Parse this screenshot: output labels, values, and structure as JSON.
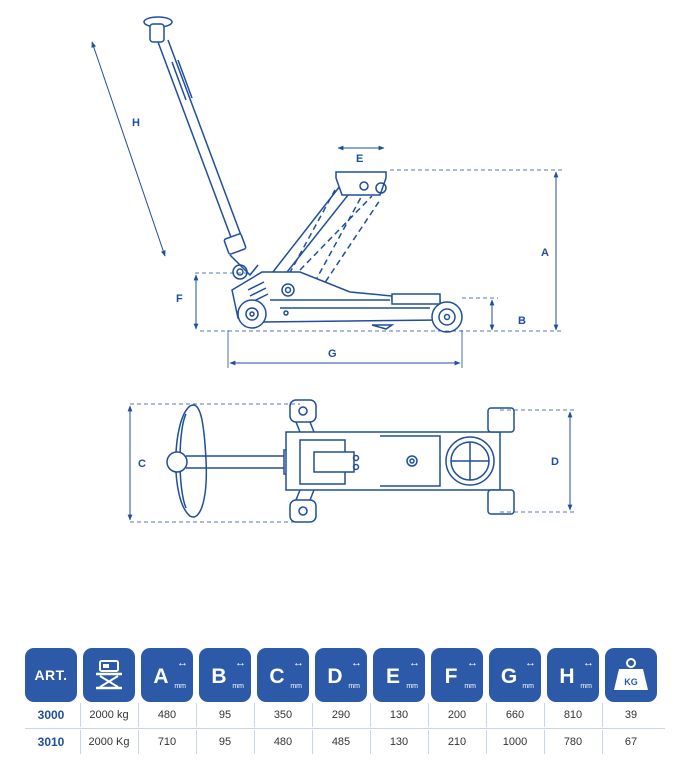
{
  "dimension_labels": {
    "A": "A",
    "B": "B",
    "C": "C",
    "D": "D",
    "E": "E",
    "F": "F",
    "G": "G",
    "H": "H"
  },
  "table": {
    "art_header": "ART.",
    "capacity_icon": "jack-capacity-icon",
    "columns": [
      {
        "letter": "A",
        "unit": "mm"
      },
      {
        "letter": "B",
        "unit": "mm"
      },
      {
        "letter": "C",
        "unit": "mm"
      },
      {
        "letter": "D",
        "unit": "mm"
      },
      {
        "letter": "E",
        "unit": "mm"
      },
      {
        "letter": "F",
        "unit": "mm"
      },
      {
        "letter": "G",
        "unit": "mm"
      },
      {
        "letter": "H",
        "unit": "mm"
      }
    ],
    "weight_header": "KG",
    "rows": [
      {
        "art": "3000",
        "capacity": "2000 kg",
        "A": "480",
        "B": "95",
        "C": "350",
        "D": "290",
        "E": "130",
        "F": "200",
        "G": "660",
        "H": "810",
        "KG": "39"
      },
      {
        "art": "3010",
        "capacity": "2000 Kg",
        "A": "710",
        "B": "95",
        "C": "480",
        "D": "485",
        "E": "130",
        "F": "210",
        "G": "1000",
        "H": "780",
        "KG": "67"
      }
    ]
  },
  "colors": {
    "brand_blue": "#2c5aa8",
    "line_blue": "#1f4e9c"
  }
}
